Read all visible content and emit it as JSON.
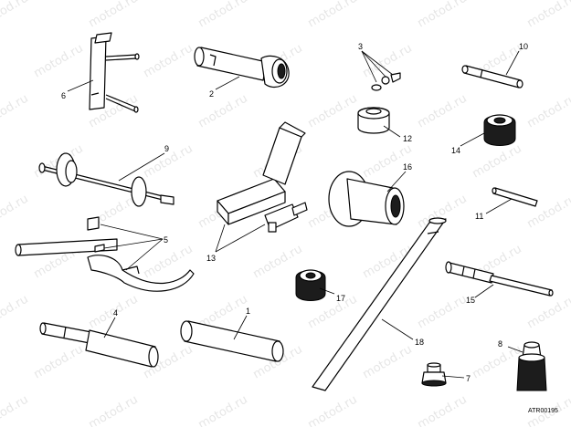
{
  "watermark": {
    "text": "motod.ru"
  },
  "caption": {
    "code": "ATR00195"
  },
  "callouts": [
    {
      "num": "1"
    },
    {
      "num": "2"
    },
    {
      "num": "3"
    },
    {
      "num": "4"
    },
    {
      "num": "5"
    },
    {
      "num": "6"
    },
    {
      "num": "7"
    },
    {
      "num": "8"
    },
    {
      "num": "9"
    },
    {
      "num": "10"
    },
    {
      "num": "11"
    },
    {
      "num": "12"
    },
    {
      "num": "13"
    },
    {
      "num": "14"
    },
    {
      "num": "15"
    },
    {
      "num": "16"
    },
    {
      "num": "17"
    },
    {
      "num": "18"
    }
  ]
}
